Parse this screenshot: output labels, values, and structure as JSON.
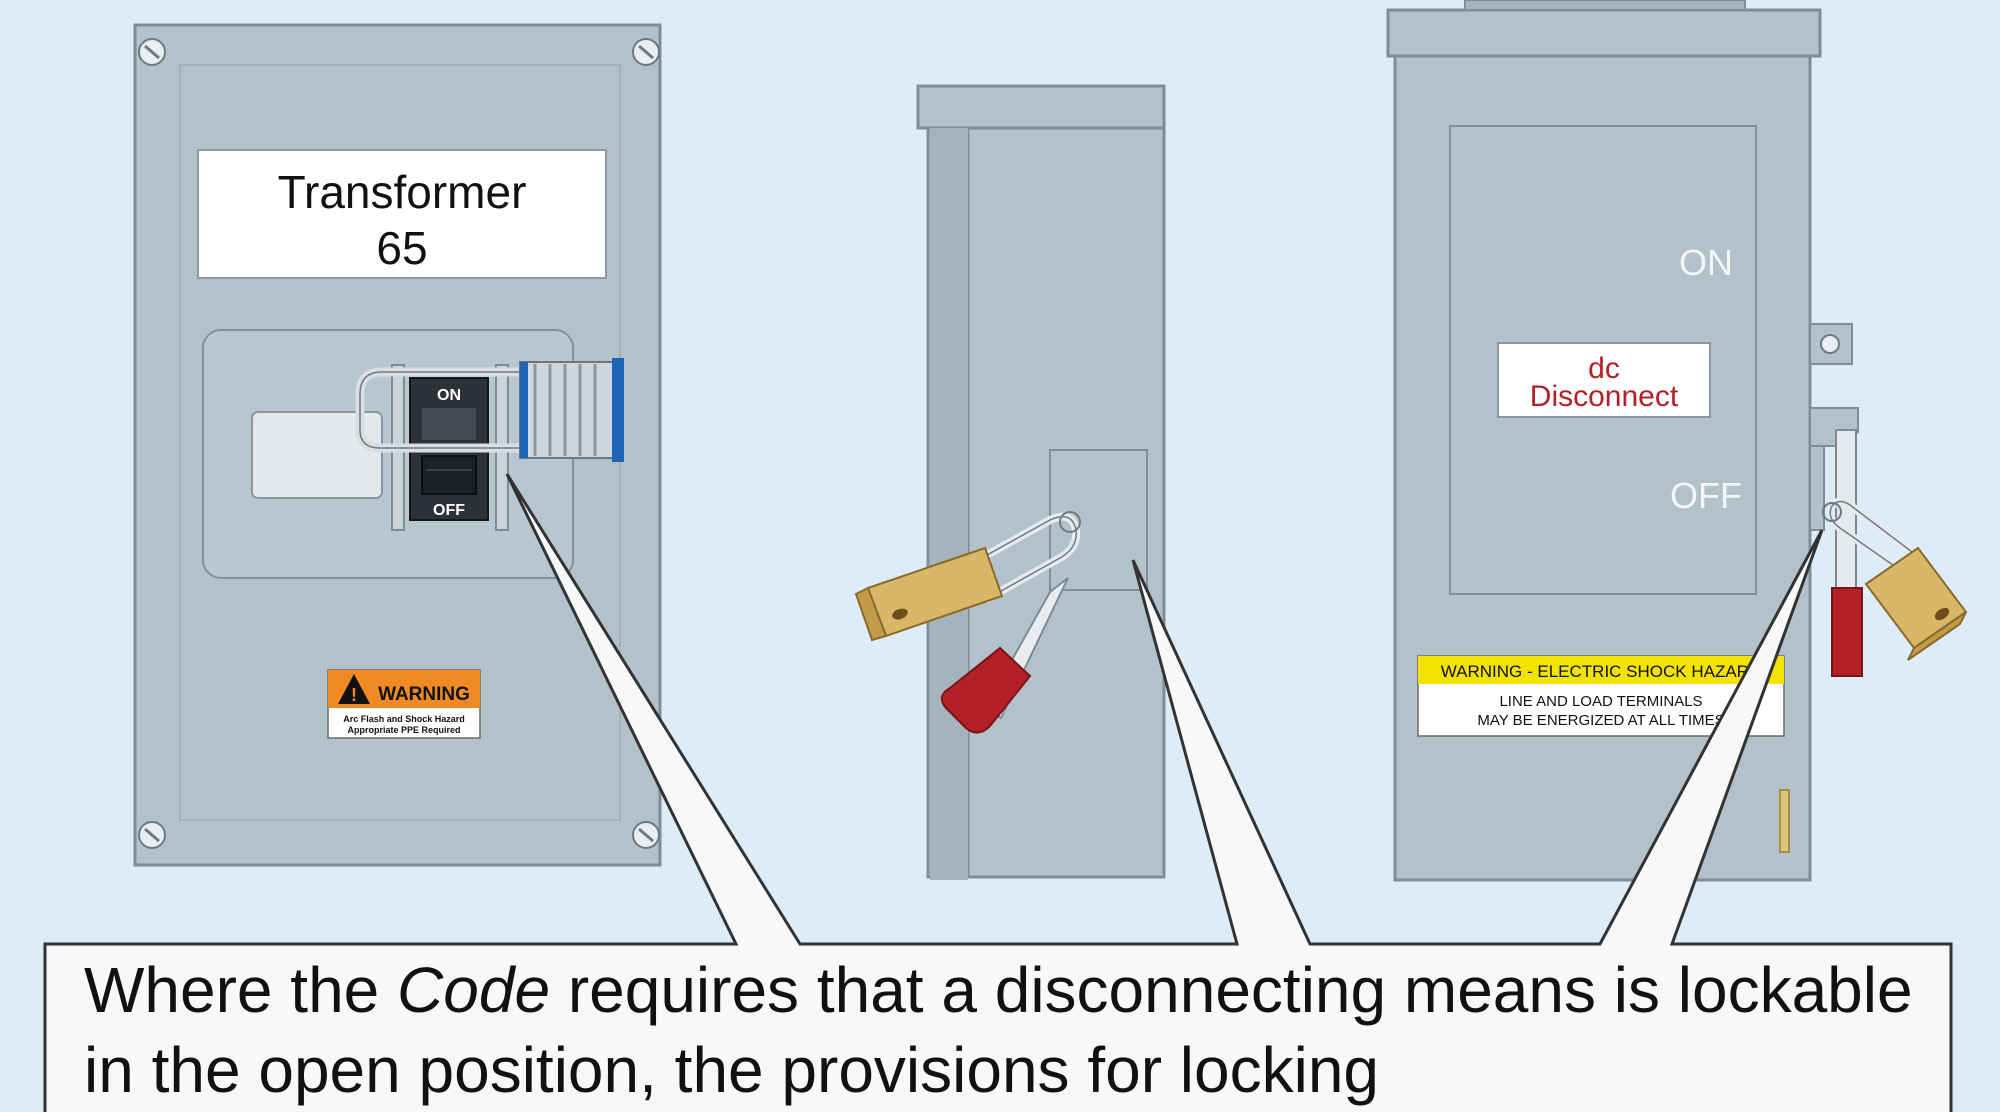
{
  "panel_left": {
    "label_line1": "Transformer",
    "label_line2": "65",
    "switch_on": "ON",
    "switch_off": "OFF",
    "warning_title": "WARNING",
    "warning_line1": "Arc Flash and Shock Hazard",
    "warning_line2": "Appropriate PPE Required",
    "warning_color": "#f08a24"
  },
  "panel_right": {
    "label_line1": "dc",
    "label_line2": "Disconnect",
    "on_label": "ON",
    "off_label": "OFF",
    "warning_title": "WARNING - ELECTRIC SHOCK HAZARD",
    "warning_line1": "LINE AND LOAD TERMINALS",
    "warning_line2": "MAY BE ENERGIZED AT ALL TIMES",
    "warning_color": "#f2e400"
  },
  "callout": {
    "text_before": "Where the ",
    "text_italic": "Code",
    "text_after": " requires that a disconnecting means is lockable in the open position, the provisions for locking"
  },
  "colors": {
    "background": "#dcedf9",
    "enclosure": "#b3c1cb",
    "handle_red": "#b32025",
    "padlock_brass": "#d8b66a",
    "lockout_blue": "#1e63b4"
  }
}
